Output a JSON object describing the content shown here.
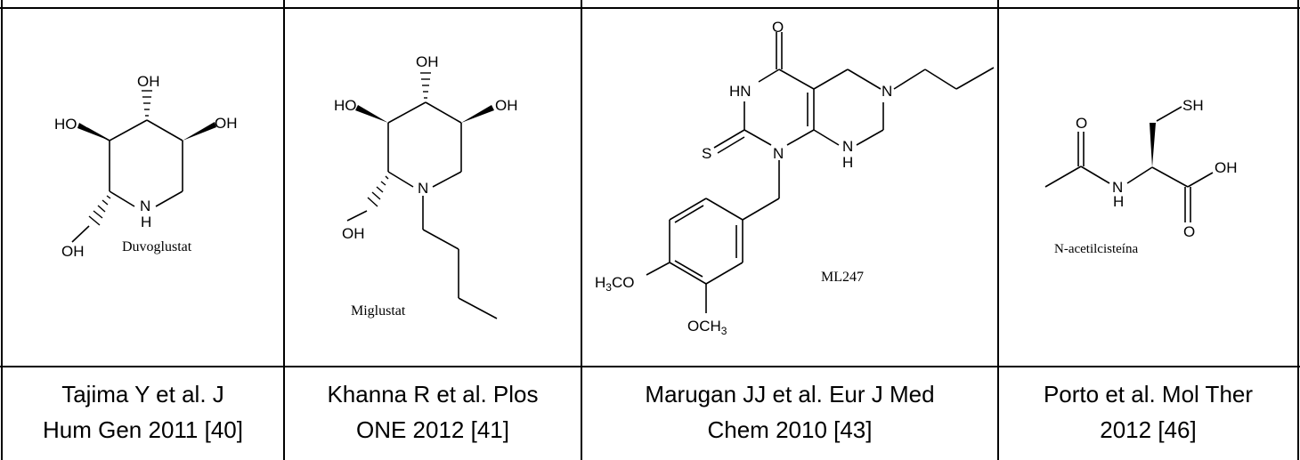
{
  "structures": [
    {
      "name": "Duvoglustat",
      "atoms": {
        "oh_top": "OH",
        "ho_left": "HO",
        "oh_right": "OH",
        "nh": "H",
        "n": "N",
        "oh_bottom": "OH"
      }
    },
    {
      "name": "Miglustat",
      "atoms": {
        "oh_top": "OH",
        "ho_left": "HO",
        "oh_right": "OH",
        "n": "N",
        "oh_bottom": "OH"
      }
    },
    {
      "name": "ML247",
      "atoms": {
        "o_top": "O",
        "hn": "HN",
        "n_right": "N",
        "s": "S",
        "n_bottom": "N",
        "nh": "H",
        "n_nh": "N",
        "h3co_h": "H",
        "h3co_3": "3",
        "h3co_co": "CO",
        "och3_oc": "OCH",
        "och3_3": "3"
      }
    },
    {
      "name": "N-acetilcisteína",
      "atoms": {
        "o_left": "O",
        "sh": "SH",
        "n": "N",
        "nh": "H",
        "oh": "OH",
        "o_bottom": "O"
      }
    }
  ],
  "citations": [
    {
      "line1": "Tajima Y et al. J",
      "line2": "Hum Gen 2011 [40]"
    },
    {
      "line1": "Khanna R et al. Plos",
      "line2": "ONE 2012 [41]"
    },
    {
      "line1": "Marugan JJ et al. Eur J Med",
      "line2": "Chem 2010 [43]"
    },
    {
      "line1": "Porto et al. Mol Ther",
      "line2": "2012 [46]"
    }
  ]
}
